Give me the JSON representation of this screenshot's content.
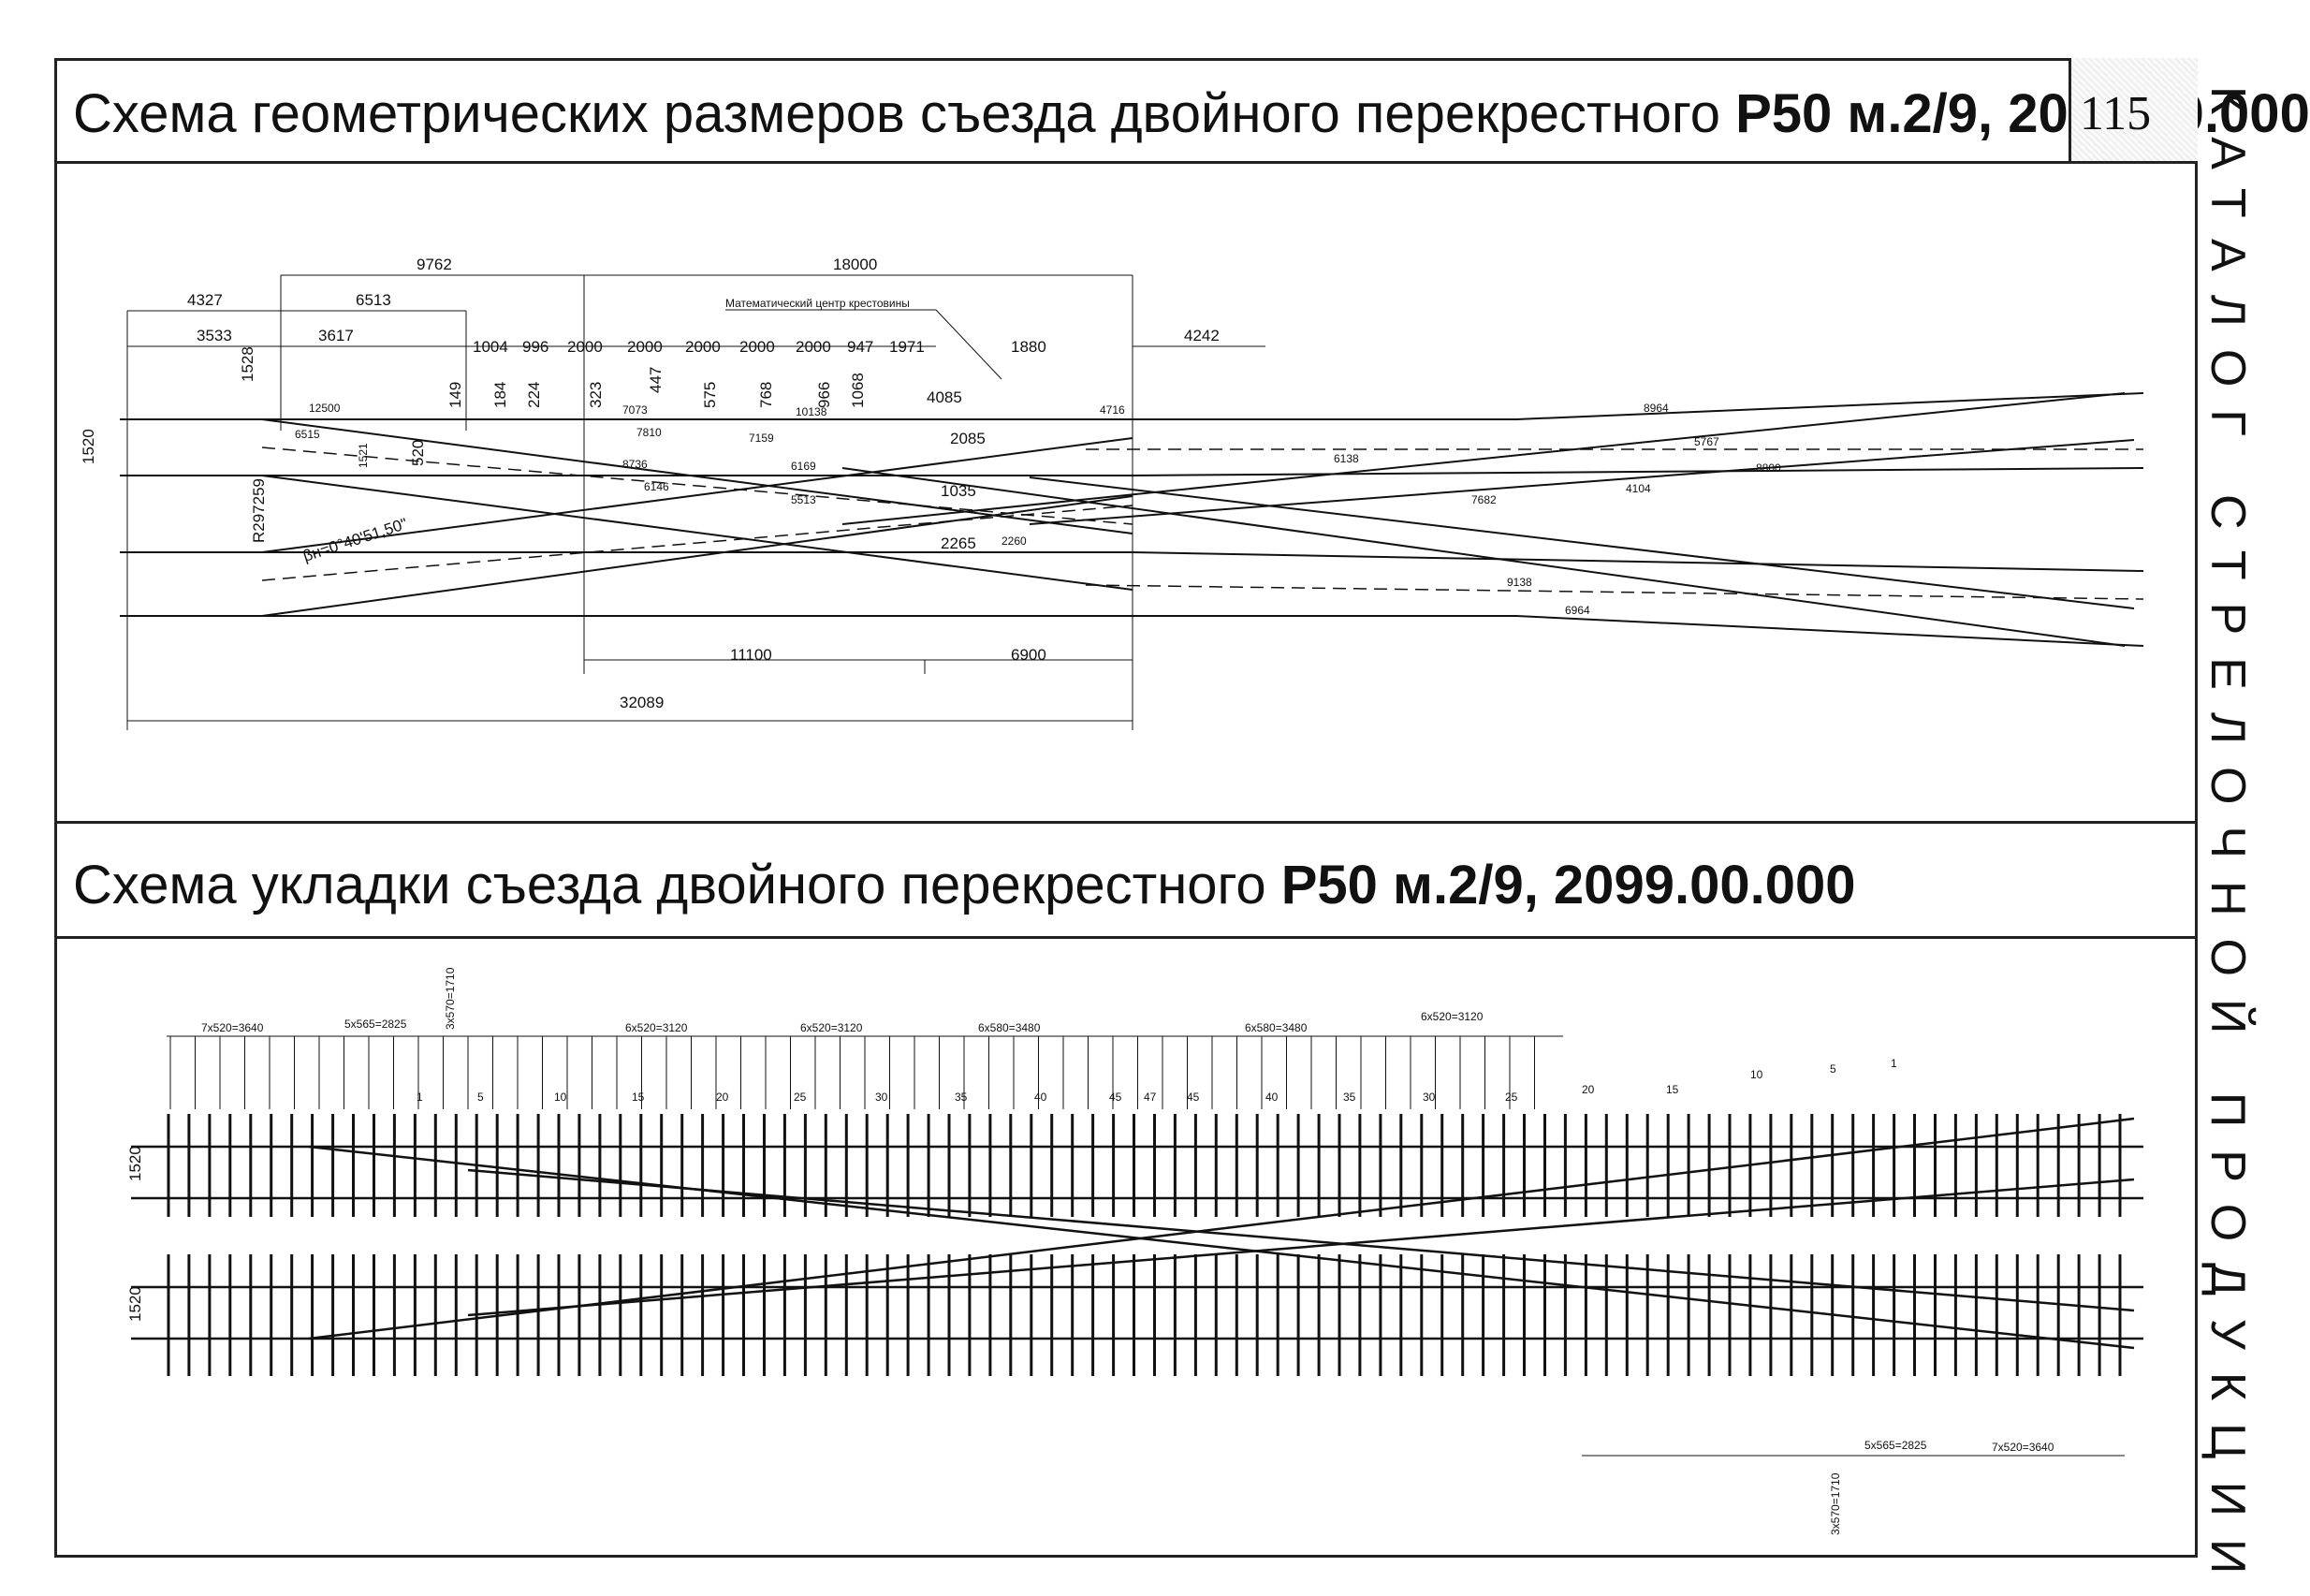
{
  "side_label": "КАТАЛОГ СТРЕЛОЧНОЙ ПРОДУКЦИИ",
  "page_number": "115",
  "section1": {
    "title_plain": "Схема геометрических размеров съезда двойного перекрестного ",
    "title_bold": "Р50 м.2/9, 2099.00.000",
    "annotation_center": "Математический центр крестовины",
    "angle_label": "βн=0°40'51,50\"",
    "radius_label": "R297259",
    "gauge": "1520",
    "overall": "32089",
    "span_left": "11100",
    "span_right": "6900",
    "top_dims": [
      "9762",
      "18000",
      "4327",
      "6513",
      "3533",
      "3617",
      "4242",
      "1880"
    ],
    "sub_dims": [
      "1004",
      "996",
      "2000",
      "2000",
      "2000",
      "2000",
      "2000",
      "947",
      "1971"
    ],
    "rail_lengths": [
      "12500",
      "6515",
      "8736",
      "7159",
      "6169",
      "10138",
      "5513",
      "7810",
      "7073",
      "6146",
      "4716",
      "8964",
      "5767",
      "8800",
      "4104",
      "7682",
      "6138",
      "9138",
      "6964",
      "2085",
      "1035",
      "2265",
      "2260",
      "4085"
    ],
    "small_dims": [
      "1528",
      "149",
      "184",
      "224",
      "323",
      "447",
      "575",
      "768",
      "966",
      "1068",
      "1521",
      "520"
    ]
  },
  "section2": {
    "title_plain": "Схема укладки съезда двойного перекрестного ",
    "title_bold": "Р50 м.2/9, 2099.00.000",
    "gauge": "1520",
    "spacing_top": [
      "7x520=3640",
      "5x565=2825",
      "3x570=1710",
      "6x520=3120",
      "6x520=3120",
      "6x580=3480",
      "6x580=3480",
      "6x520=3120"
    ],
    "spacing_bottom": [
      "5x565=2825",
      "7x520=3640",
      "3x570=1710"
    ],
    "tie_numbers_top": [
      "1",
      "5",
      "10",
      "15",
      "20",
      "25",
      "30",
      "35",
      "40",
      "45",
      "47",
      "45",
      "40",
      "35",
      "30",
      "25",
      "20",
      "15",
      "10",
      "5",
      "1"
    ]
  }
}
